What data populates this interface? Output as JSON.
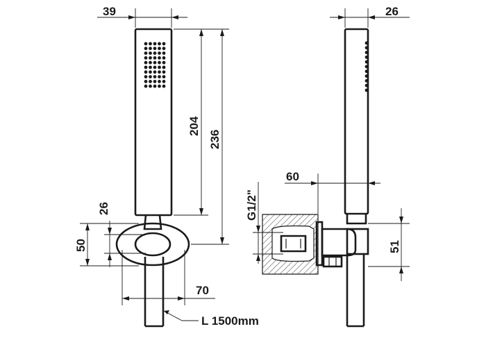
{
  "dimensions": {
    "front_width": "39",
    "front_length": "204",
    "front_total": "236",
    "front_holder_height": "26",
    "front_bracket_height": "50",
    "front_bracket_width": "70",
    "hose_length": "L 1500mm",
    "side_width": "26",
    "side_offset": "60",
    "side_thread": "G1/2\"",
    "side_bracket_height": "51"
  },
  "colors": {
    "line": "#1a1a1a",
    "background": "#ffffff"
  }
}
